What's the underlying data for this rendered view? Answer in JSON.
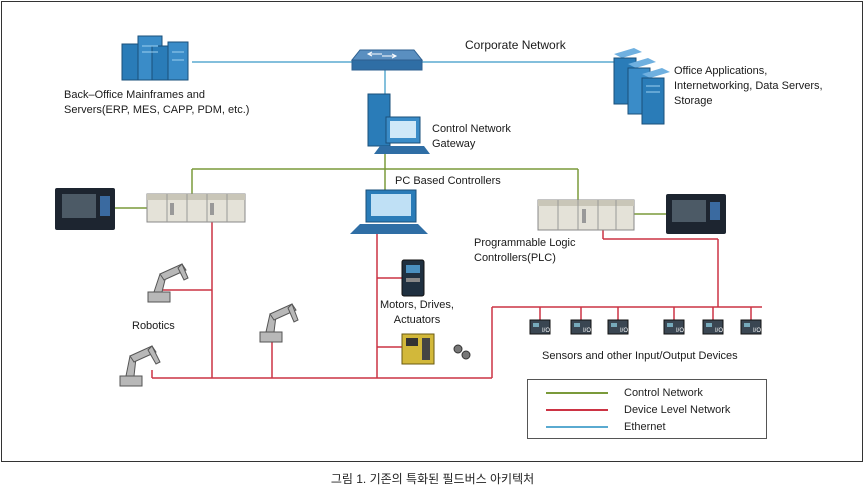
{
  "labels": {
    "corporate_network": "Corporate Network",
    "back_office": "Back–Office Mainframes and\nServers(ERP, MES, CAPP, PDM, etc.)",
    "office_apps": "Office Applications,\nInternetworking, Data Servers,\nStorage",
    "gateway": "Control Network\nGateway",
    "pc_controllers": "PC Based Controllers",
    "plc": "Programmable Logic\nControllers(PLC)",
    "robotics": "Robotics",
    "motors": "Motors, Drives,\nActuators",
    "sensors": "Sensors and other Input/Output Devices",
    "io_tag": "I/O"
  },
  "legend": [
    {
      "label": "Control Network",
      "color": "#7a9a3a"
    },
    {
      "label": "Device Level Network",
      "color": "#cc3344"
    },
    {
      "label": "Ethernet",
      "color": "#5aaad0"
    }
  ],
  "colors": {
    "control": "#7a9a3a",
    "device": "#cc3344",
    "ethernet": "#5aaad0",
    "equipment_blue": "#1f6fa8"
  },
  "caption": "그림 1. 기존의 특화된 필드버스 아키텍처"
}
